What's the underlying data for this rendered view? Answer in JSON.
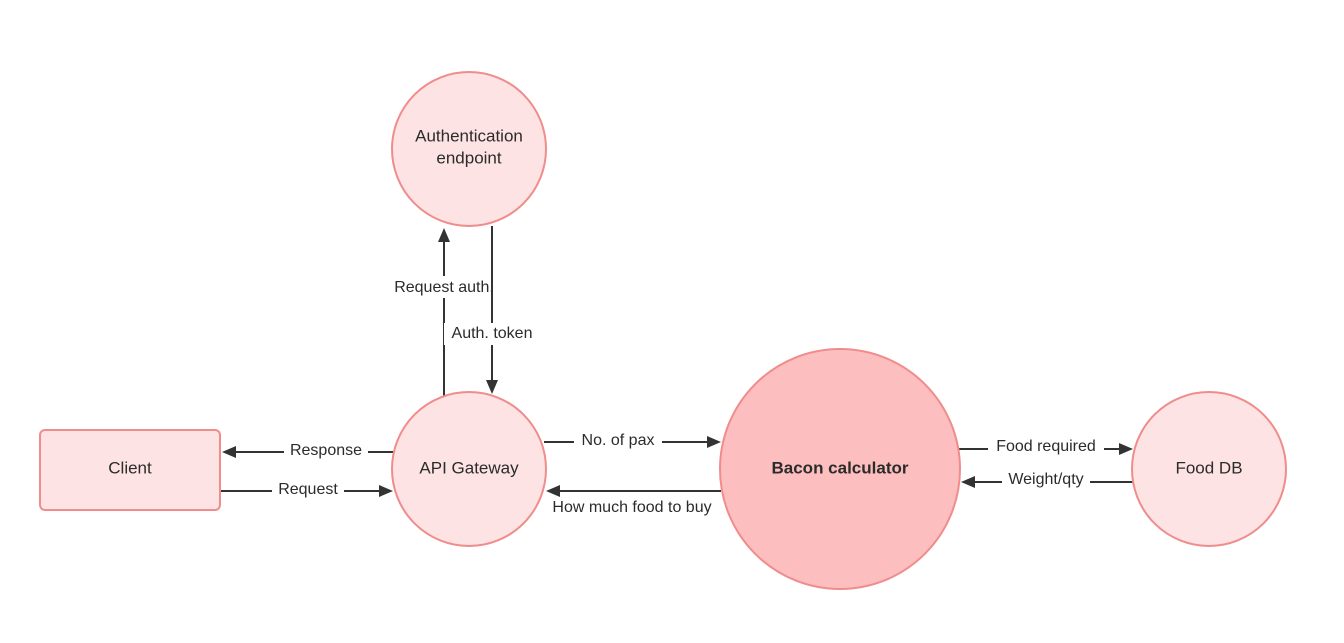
{
  "nodes": {
    "auth": {
      "label_line1": "Authentication",
      "label_line2": "endpoint"
    },
    "gateway": {
      "label": "API Gateway"
    },
    "client": {
      "label": "Client"
    },
    "bacon": {
      "label": "Bacon calculator"
    },
    "fooddb": {
      "label": "Food DB"
    }
  },
  "edges": {
    "request_auth": {
      "label": "Request auth."
    },
    "auth_token": {
      "label": "Auth. token"
    },
    "response": {
      "label": "Response"
    },
    "request": {
      "label": "Request"
    },
    "no_of_pax": {
      "label": "No. of pax"
    },
    "how_much_food": {
      "label": "How much food to buy"
    },
    "food_required": {
      "label": "Food required"
    },
    "weight_qty": {
      "label": "Weight/qty"
    }
  },
  "colors": {
    "node_fill": "#fde3e3",
    "node_fill_main": "#fcbebe",
    "node_stroke": "#f08c8c",
    "edge": "#333333"
  }
}
